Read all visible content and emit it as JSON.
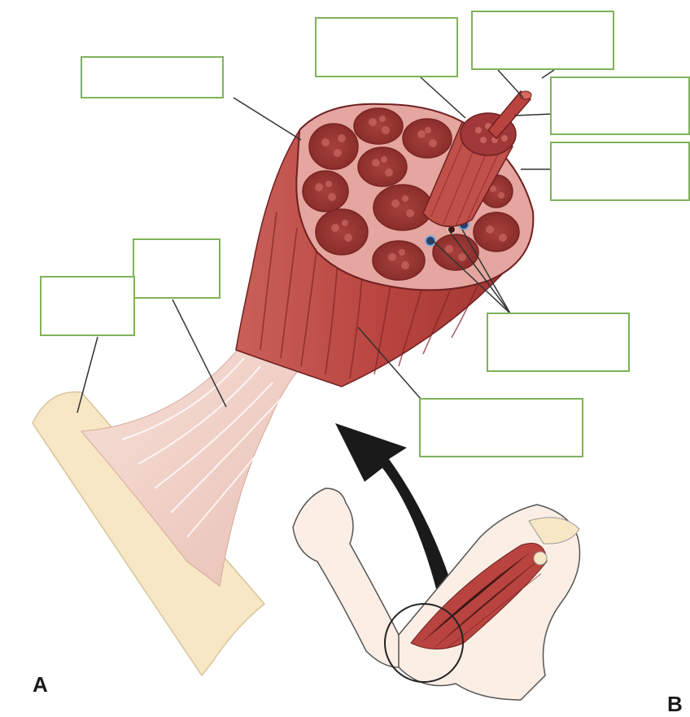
{
  "figure": {
    "panel_a_label": "A",
    "panel_b_label": "B"
  },
  "label_boxes": [
    {
      "id": "box-1",
      "text": ""
    },
    {
      "id": "box-2",
      "text": ""
    },
    {
      "id": "box-3",
      "text": ""
    },
    {
      "id": "box-4",
      "text": ""
    },
    {
      "id": "box-5",
      "text": ""
    },
    {
      "id": "box-6",
      "text": ""
    },
    {
      "id": "box-7",
      "text": ""
    },
    {
      "id": "box-8",
      "text": ""
    },
    {
      "id": "box-9",
      "text": ""
    }
  ],
  "colors": {
    "box_border": "#7fb25a",
    "muscle": "#b9443f",
    "muscle_dark": "#7e2424",
    "muscle_light": "#d98a84",
    "tendon": "#f0cfc6",
    "bone": "#f7e7c4",
    "skin": "#fbeee5",
    "arrow": "#1a1a1a"
  }
}
